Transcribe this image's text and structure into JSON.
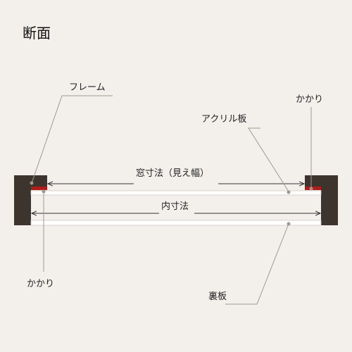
{
  "title": "断面",
  "labels": {
    "frame": "フレーム",
    "kakari_right": "かかり",
    "acrylic": "アクリル板",
    "window_size": "窓寸法（見え幅）",
    "inner_size": "内寸法",
    "kakari_left": "かかり",
    "back_board": "裏板"
  },
  "colors": {
    "background": "#f3f0ec",
    "frame": "#3d342d",
    "kakari": "#b31b1b",
    "board": "#ffffff",
    "board_edge": "#cfcac4",
    "leader": "#9e9893",
    "dim_line": "#333333"
  }
}
